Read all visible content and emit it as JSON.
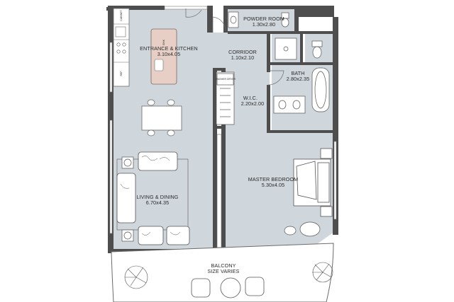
{
  "colors": {
    "floor": "#cfd6dc",
    "wall": "#4e4e4e",
    "island": "#e7cfc6",
    "furniture": "#ffffff",
    "balcony": "#ffffff",
    "line": "#6b6b6b"
  },
  "rooms": {
    "powder_room": {
      "name": "POWDER ROOM",
      "size": "1.30x2.80"
    },
    "entrance_kitchen": {
      "name": "ENTRANCE & KITCHEN",
      "size": "3.10x4.05"
    },
    "corridor": {
      "name": "CORRIDOR",
      "size": "1.10x2.10"
    },
    "bath": {
      "name": "BATH",
      "size": "2.80x2.35"
    },
    "wic": {
      "name": "W.I.C.",
      "size": "2.20x2.00"
    },
    "master_bedroom": {
      "name": "MASTER BEDROOM",
      "size": "5.30x4.05"
    },
    "living_dining": {
      "name": "LIVING & DINING",
      "size": "6.70x4.35"
    },
    "balcony": {
      "name": "BALCONY",
      "size": "SIZE VARIES"
    }
  },
  "appliances": {
    "cabinet": "CABINET",
    "sink": "SINK",
    "ref": "REF",
    "washer_dryer": "WASHER DRYER"
  },
  "icons": [
    "door-swing-icon",
    "sofa-icon",
    "armchair-icon",
    "bed-icon",
    "bathtub-icon",
    "toilet-icon",
    "plant-icon",
    "round-table-icon"
  ]
}
